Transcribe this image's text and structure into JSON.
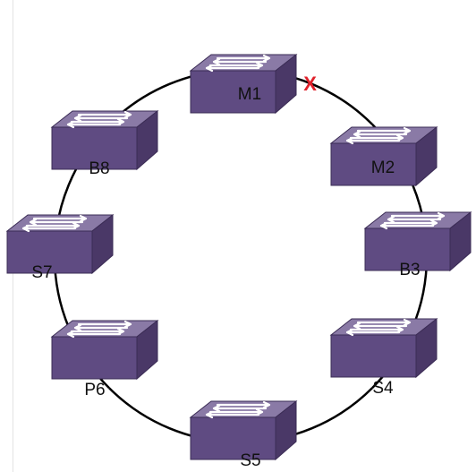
{
  "diagram": {
    "type": "ring-topology",
    "colors": {
      "ring": "#000000",
      "switch_top": "#8a7aa6",
      "switch_front": "#5f4b82",
      "switch_side": "#4a3867",
      "switch_edge": "#3b2c55",
      "arrow": "#ffffff",
      "break_marker": "#e0202a"
    },
    "nodes": [
      {
        "id": "M1",
        "label": "M1",
        "icon": "network-switch-icon"
      },
      {
        "id": "M2",
        "label": "M2",
        "icon": "network-switch-icon"
      },
      {
        "id": "B3",
        "label": "B3",
        "icon": "network-switch-icon"
      },
      {
        "id": "S4",
        "label": "S4",
        "icon": "network-switch-icon"
      },
      {
        "id": "S5",
        "label": "S5",
        "icon": "network-switch-icon"
      },
      {
        "id": "P6",
        "label": "P6",
        "icon": "network-switch-icon"
      },
      {
        "id": "S7",
        "label": "S7",
        "icon": "network-switch-icon"
      },
      {
        "id": "B8",
        "label": "B8",
        "icon": "network-switch-icon"
      }
    ],
    "links": [
      {
        "from": "M1",
        "to": "M2",
        "status": "broken",
        "marker": "X"
      },
      {
        "from": "M2",
        "to": "B3",
        "status": "up"
      },
      {
        "from": "B3",
        "to": "S4",
        "status": "up"
      },
      {
        "from": "S4",
        "to": "S5",
        "status": "up"
      },
      {
        "from": "S5",
        "to": "P6",
        "status": "up"
      },
      {
        "from": "P6",
        "to": "S7",
        "status": "up"
      },
      {
        "from": "S7",
        "to": "B8",
        "status": "up"
      },
      {
        "from": "B8",
        "to": "M1",
        "status": "up"
      }
    ]
  }
}
